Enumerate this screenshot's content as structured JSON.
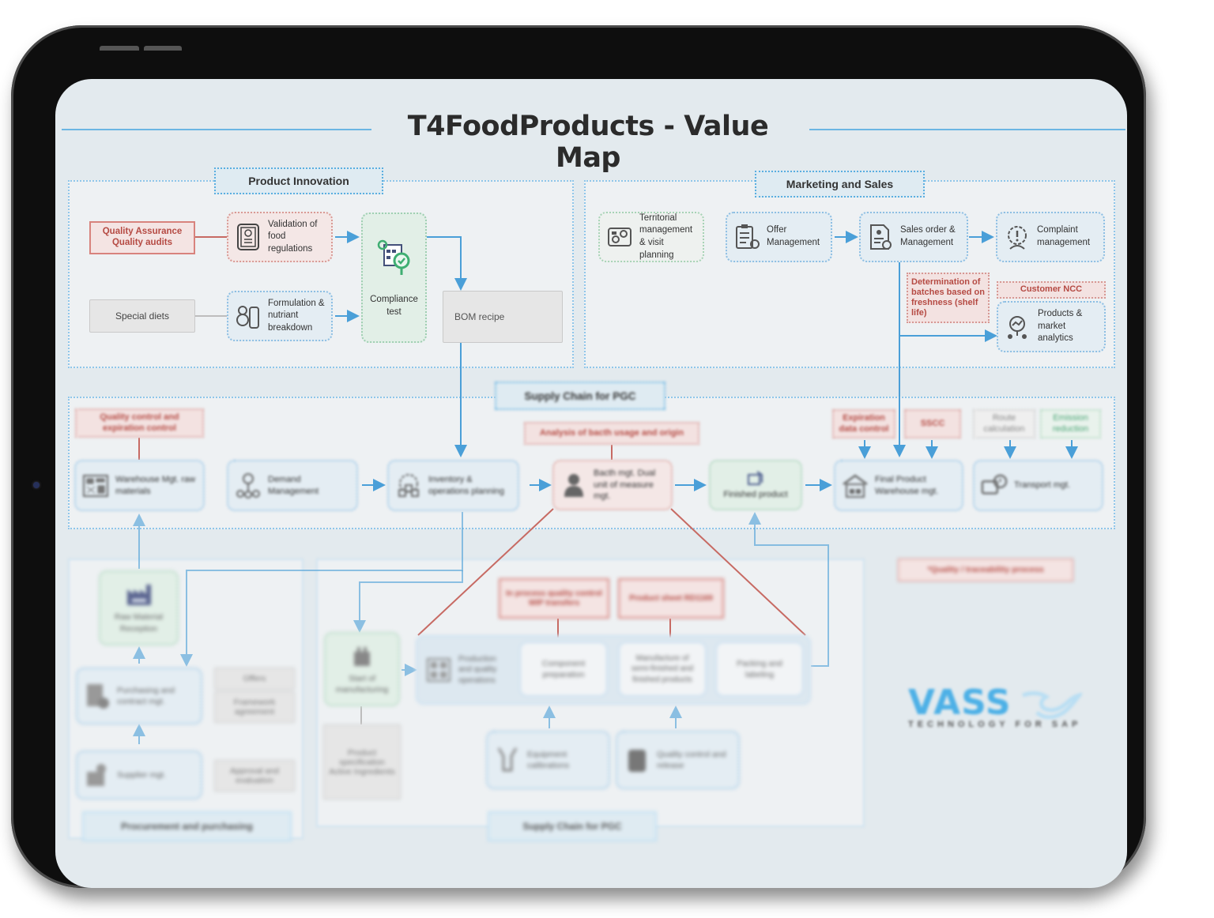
{
  "title": "T4FoodProducts - Value Map",
  "colors": {
    "accent_blue": "#5aaee0",
    "quality_red": "#b54a43",
    "green": "#4aa675"
  },
  "product_innovation": {
    "label": "Product Innovation",
    "quality_assurance": "Quality Assurance Quality audits",
    "special_diets": "Special diets",
    "validation": "Validation of food regulations",
    "formulation": "Formulation & nutriant breakdown",
    "compliance": "Compliance test",
    "bom": "BOM recipe"
  },
  "marketing_sales": {
    "label": "Marketing and Sales",
    "territorial": "Territorial management & visit planning",
    "offer": "Offer Management",
    "sales_order": "Sales order & Management",
    "complaint": "Complaint management",
    "determination": "Determination of batches based on freshness (shelf life)",
    "customer_ncc": "Customer NCC",
    "analytics": "Products & market analytics"
  },
  "supply_chain": {
    "label": "Supply Chain for PGC",
    "qc_expiration": "Quality control and expiration control",
    "warehouse_raw": "Warehouse Mgt. raw materials",
    "demand": "Demand Management",
    "inventory": "Inventory & operations planning",
    "analysis_batch": "Analysis of bacth usage and origin",
    "batch_mgt": "Bacth mgt. Dual unit of measure mgt.",
    "finished": "Finished product",
    "expiration": "Expiration data control",
    "sscc": "SSCC",
    "route": "Route calculation",
    "emission": "Emission reduction",
    "final_warehouse": "Final Product Warehouse mgt.",
    "transport": "Transport mgt."
  },
  "procurement": {
    "label": "Procurement and purchasing",
    "raw_reception": "Raw Material Reception",
    "purchasing": "Purchasing and contract mgt.",
    "offers": "Offers",
    "framework": "Framework agreement",
    "supplier": "Supplier mgt.",
    "approval": "Approval and evaluation"
  },
  "manufacturing": {
    "label": "Supply Chain for PGC",
    "start": "Start of manufacturing",
    "spec": "Product specification Active Ingredients",
    "in_process_qc": "In process quality control WIP transfers",
    "product_sheet": "Product sheet RD1169",
    "production": "Production and quality operations",
    "component": "Component preparation",
    "semi_finished": "Manufacture of semi-finished and finished products",
    "packing": "Packing and labeling",
    "equipment": "Equipment calibrations",
    "qc_release": "Quality control and release"
  },
  "legend": {
    "quality_process": "*Quality / traceability process"
  },
  "logo": {
    "word": "VASS",
    "tagline": "TECHNOLOGY FOR SAP"
  }
}
